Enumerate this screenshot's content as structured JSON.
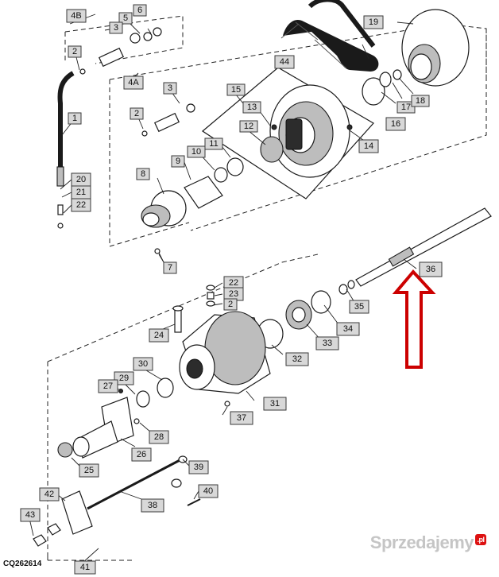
{
  "diagram_code": "CQ262614",
  "watermark": {
    "text": "Sprzedajemy",
    "suffix": ".pl"
  },
  "accent_color": "#cc0000",
  "callouts": {
    "c1": "1",
    "c2a": "2",
    "c2b": "2",
    "c2c": "2",
    "c3a": "3",
    "c3b": "3",
    "c4A": "4A",
    "c4B": "4B",
    "c5": "5",
    "c6": "6",
    "c7": "7",
    "c8": "8",
    "c9": "9",
    "c10": "10",
    "c11": "11",
    "c12": "12",
    "c13": "13",
    "c14": "14",
    "c15": "15",
    "c16": "16",
    "c17": "17",
    "c18": "18",
    "c19": "19",
    "c20": "20",
    "c21": "21",
    "c22a": "22",
    "c22b": "22",
    "c23": "23",
    "c24": "24",
    "c25": "25",
    "c26": "26",
    "c27": "27",
    "c28": "28",
    "c29": "29",
    "c30": "30",
    "c31": "31",
    "c32": "32",
    "c33": "33",
    "c34": "34",
    "c35": "35",
    "c36": "36",
    "c37": "37",
    "c38": "38",
    "c39": "39",
    "c40": "40",
    "c41": "41",
    "c42": "42",
    "c43": "43",
    "c44": "44"
  }
}
